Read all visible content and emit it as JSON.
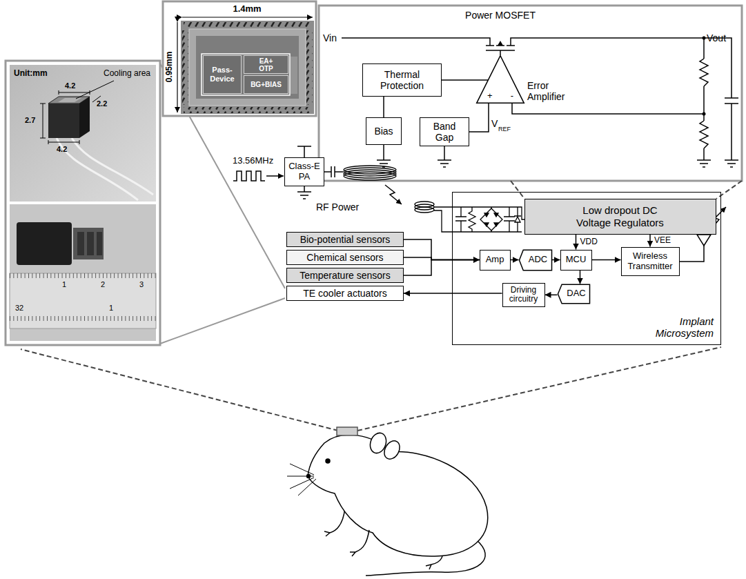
{
  "diagram": {
    "nodes": [
      {
        "text": [
          "Pass-Device"
        ]
      },
      {
        "text": [
          "EA+ OTP"
        ]
      },
      {
        "text": [
          "BG+BIAS"
        ]
      },
      {
        "text": [
          "Thermal Protection"
        ]
      },
      {
        "text": [
          "Bias"
        ]
      },
      {
        "text": [
          "Band Gap"
        ]
      },
      {
        "text": [
          "+",
          "-",
          "Error Amplifier"
        ]
      },
      {
        "text": [
          "Class-E PA"
        ]
      },
      {
        "text": [
          "Bio-potential sensors"
        ]
      },
      {
        "text": [
          "Chemical sensors"
        ]
      },
      {
        "text": [
          "Temperature sensors"
        ]
      },
      {
        "text": [
          "TE cooler actuators"
        ]
      },
      {
        "text": [
          "Implant Microsystem"
        ]
      },
      {
        "text": [
          "Low dropout DC Voltage Regulators"
        ],
        "in": 12
      },
      {
        "text": [
          "Amp"
        ],
        "in": 12
      },
      {
        "text": [
          "ADC"
        ],
        "in": 12
      },
      {
        "text": [
          "MCU"
        ],
        "in": 12
      },
      {
        "text": [
          "Wireless Transmitter"
        ],
        "in": 12
      },
      {
        "text": [
          "Driving circuitry"
        ],
        "in": 12
      },
      {
        "text": [
          "DAC"
        ],
        "in": 12
      }
    ],
    "edges": [
      {
        "from": 8,
        "to": 14,
        "arrow": "to"
      },
      {
        "from": 9,
        "to": 14,
        "arrow": "to"
      },
      {
        "from": 10,
        "to": 14,
        "arrow": "to"
      },
      {
        "from": 14,
        "to": 15,
        "arrow": "to"
      },
      {
        "from": 15,
        "to": 16,
        "arrow": "to"
      },
      {
        "from": 16,
        "to": 17,
        "arrow": "to"
      },
      {
        "from": 16,
        "to": 19,
        "arrow": "to"
      },
      {
        "from": 19,
        "to": 18,
        "arrow": "to"
      },
      {
        "from": 18,
        "to": 11,
        "arrow": "to"
      },
      {
        "from": 13,
        "to": 16,
        "arrow": "to",
        "label": "VDD"
      },
      {
        "from": 13,
        "to": 17,
        "arrow": "to",
        "label": "VEE"
      },
      {
        "from": 3,
        "to": 6,
        "arrow": "none"
      },
      {
        "from": 3,
        "to": 4,
        "arrow": "none"
      },
      {
        "from": 5,
        "to": 6,
        "arrow": "none"
      }
    ],
    "labels": [
      "Unit:mm",
      "Cooling area",
      "4.2",
      "2.2",
      "2.7",
      "4.2",
      "1",
      "2",
      "3",
      "32",
      "1",
      "1.4mm",
      "0.95mm",
      "Power MOSFET",
      "Vin",
      "Vout",
      "V",
      "REF",
      "13.56MHz",
      "RF Power"
    ]
  }
}
